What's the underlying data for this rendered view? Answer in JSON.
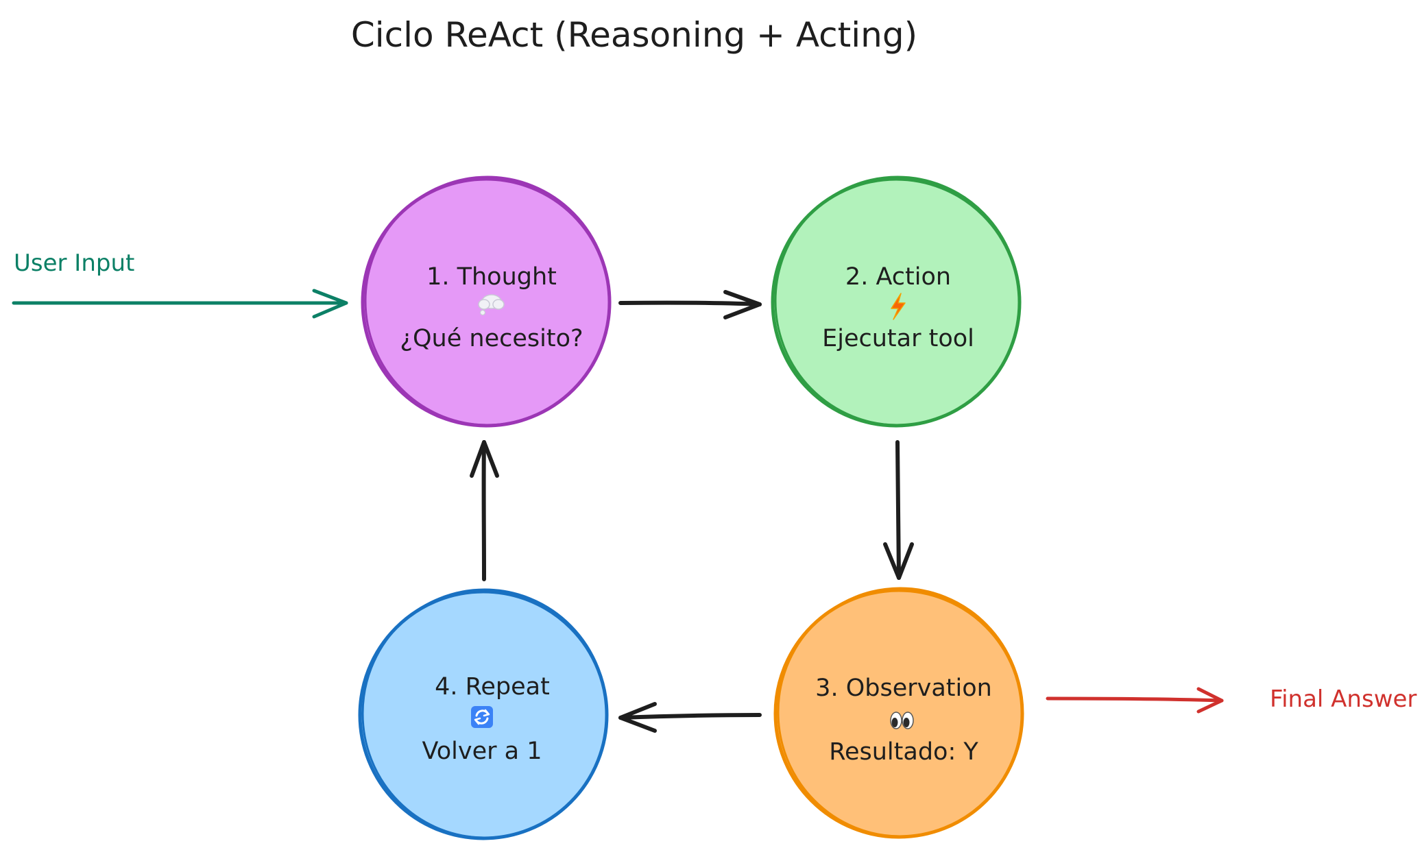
{
  "title": "Ciclo ReAct (Reasoning + Acting)",
  "input_label": "User Input",
  "output_label": "Final Answer",
  "nodes": [
    {
      "id": "thought",
      "title": "1. Thought",
      "icon": "thought-bubble-icon",
      "subtitle": "¿Qué necesito?",
      "fill": "#e599f7",
      "stroke": "#9c36b5"
    },
    {
      "id": "action",
      "title": "2. Action",
      "icon": "lightning-icon",
      "subtitle": "Ejecutar tool",
      "fill": "#b2f2bb",
      "stroke": "#2f9e44"
    },
    {
      "id": "observation",
      "title": "3. Observation",
      "icon": "eyes-icon",
      "subtitle": "Resultado: Y",
      "fill": "#ffc078",
      "stroke": "#f08c00"
    },
    {
      "id": "repeat",
      "title": "4. Repeat",
      "icon": "refresh-icon",
      "subtitle": "Volver a 1",
      "fill": "#a5d8ff",
      "stroke": "#1971c2"
    }
  ],
  "colors": {
    "input": "#0c8066",
    "output": "#d0312d",
    "arrow": "#1e1e1e"
  }
}
